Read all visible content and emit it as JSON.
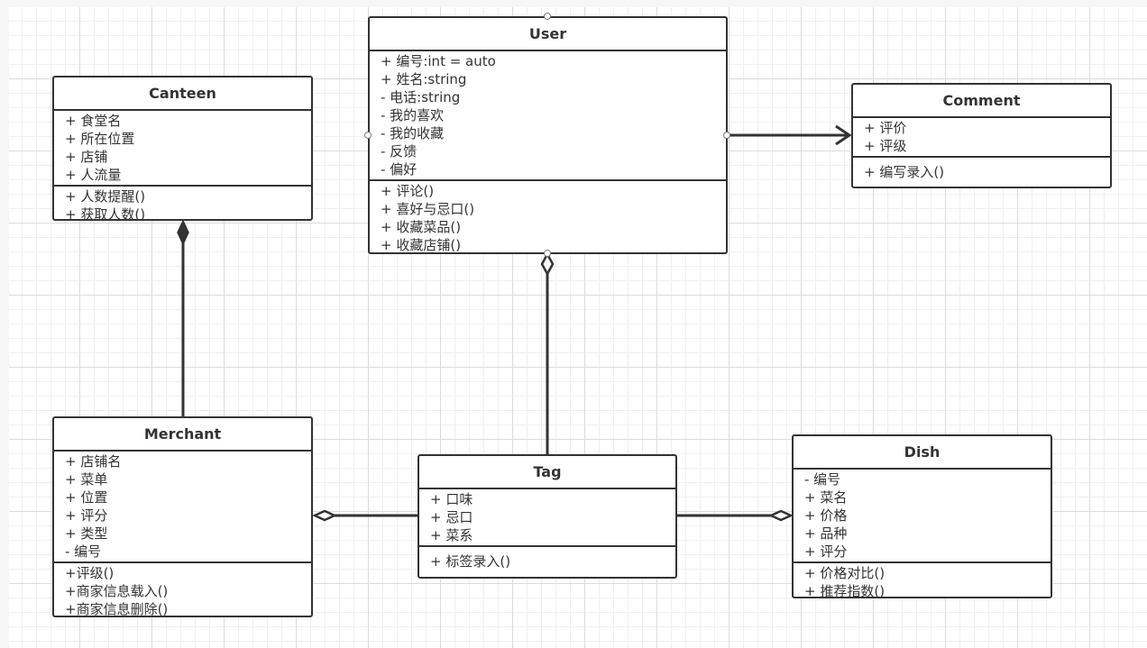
{
  "diagram": {
    "colors": {
      "stroke": "#333333",
      "grid_major": "#dcdcdc",
      "grid_minor": "#efefef",
      "canvas": "#ffffff",
      "handle_border": "#777777"
    },
    "classes": {
      "canteen": {
        "name": "Canteen",
        "attributes": [
          "+ 食堂名",
          "+ 所在位置",
          "+ 店铺",
          "+ 人流量"
        ],
        "methods": [
          "+ 人数提醒()",
          "+ 获取人数()"
        ]
      },
      "user": {
        "name": "User",
        "attributes": [
          "+ 编号:int = auto",
          "+ 姓名:string",
          "-  电话:string",
          "-  我的喜欢",
          "-  我的收藏",
          "-  反馈",
          "-  偏好"
        ],
        "methods": [
          "+ 评论()",
          "+ 喜好与忌口()",
          "+ 收藏菜品()",
          "+ 收藏店铺()"
        ]
      },
      "comment": {
        "name": "Comment",
        "attributes": [
          "+ 评价",
          "+ 评级"
        ],
        "methods": [
          "+ 编写录入()"
        ]
      },
      "merchant": {
        "name": "Merchant",
        "attributes": [
          "+ 店铺名",
          "+ 菜单",
          "+ 位置",
          "+ 评分",
          "+ 类型",
          "-  编号"
        ],
        "methods": [
          "+评级()",
          "+商家信息载入()",
          "+商家信息删除()"
        ]
      },
      "tag": {
        "name": "Tag",
        "attributes": [
          "+ 口味",
          "+ 忌口",
          "+ 菜系"
        ],
        "methods": [
          "+ 标签录入()"
        ]
      },
      "dish": {
        "name": "Dish",
        "attributes": [
          "-  编号",
          "+ 菜名",
          "+ 价格",
          "+ 品种",
          "+ 评分"
        ],
        "methods": [
          "+ 价格对比()",
          "+ 推荐指数()"
        ]
      }
    },
    "relationships": [
      {
        "type": "composition",
        "whole": "Canteen",
        "part": "Merchant"
      },
      {
        "type": "aggregation",
        "whole": "User",
        "part": "Tag"
      },
      {
        "type": "association",
        "from": "User",
        "to": "Comment"
      },
      {
        "type": "aggregation",
        "whole": "Merchant",
        "part": "Tag"
      },
      {
        "type": "aggregation",
        "whole": "Dish",
        "part": "Tag"
      }
    ]
  }
}
